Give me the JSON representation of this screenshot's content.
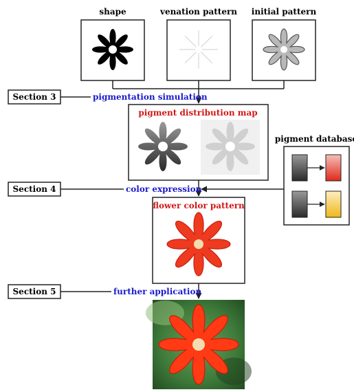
{
  "inputs": {
    "shape": "shape",
    "venation": "venation pattern",
    "initial": "initial pattern"
  },
  "stages": {
    "pigmentation": "pigmentation simulation",
    "pigment_map": "pigment distribution map",
    "color_expression": "color expression",
    "flower_color": "flower color pattern",
    "further": "further application"
  },
  "sections": {
    "s3": "Section 3",
    "s4": "Section 4",
    "s5": "Section 5"
  },
  "database": {
    "title": "pigment database"
  },
  "colors": {
    "stage_text": "#1a1acc",
    "result_text": "#d01818",
    "red_pigment": "#e0281a",
    "yellow_pigment": "#f0c020",
    "line": "#222222"
  }
}
